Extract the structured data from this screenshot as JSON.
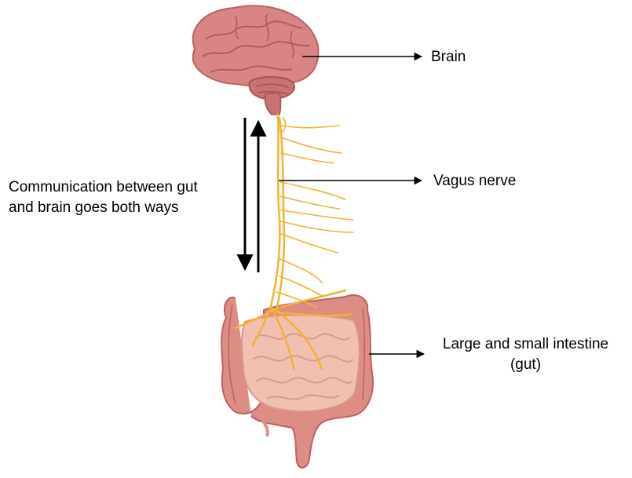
{
  "labels": {
    "brain": "Brain",
    "vagus": "Vagus nerve",
    "gut_line1": "Large and small intestine",
    "gut_line2": "(gut)",
    "comm_line1": "Communication between gut",
    "comm_line2": "and brain goes both ways"
  },
  "colors": {
    "brain": "#d98585",
    "brain_dark": "#b86363",
    "nerve": "#f2b233",
    "intestine_large": "#dd8d84",
    "intestine_small": "#f2c0b0",
    "arrow": "#000000"
  },
  "icons": {
    "brain": "brain-icon",
    "gut": "intestine-icon",
    "nerve": "nerve-icon"
  }
}
